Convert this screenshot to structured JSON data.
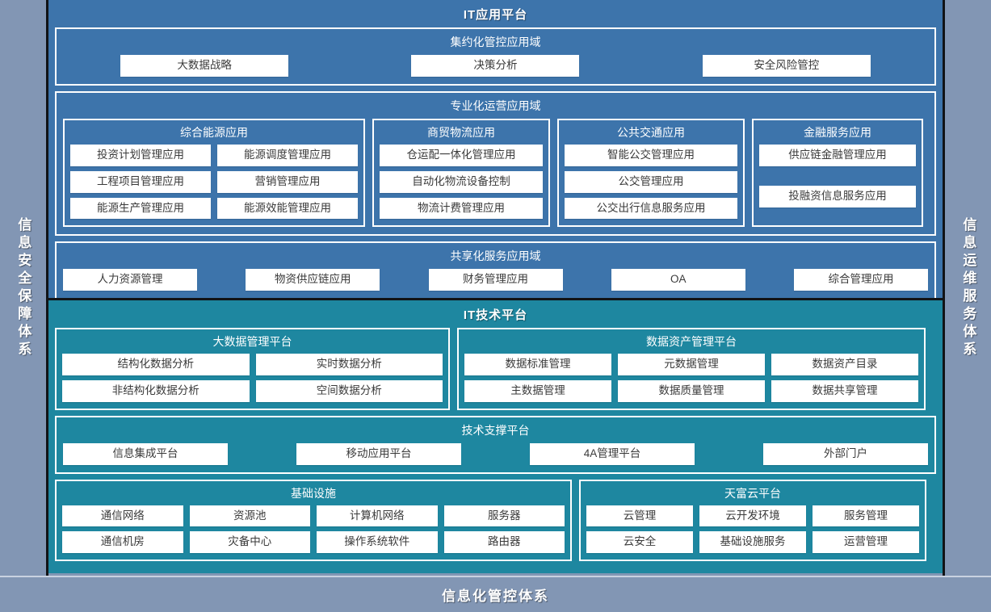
{
  "rails": {
    "left": "信息安全保障体系",
    "right": "信息运维服务体系"
  },
  "bottom_bar": {
    "label": "信息化管控体系"
  },
  "app_platform": {
    "title": "IT应用平台",
    "bands": [
      {
        "title": "集约化管控应用域",
        "chips": [
          "大数据战略",
          "决策分析",
          "安全风险管控"
        ]
      },
      {
        "title": "专业化运营应用域",
        "groups": [
          {
            "title": "综合能源应用",
            "chips": [
              "投资计划管理应用",
              "能源调度管理应用",
              "工程项目管理应用",
              "营销管理应用",
              "能源生产管理应用",
              "能源效能管理应用"
            ]
          },
          {
            "title": "商贸物流应用",
            "chips": [
              "仓运配一体化管理应用",
              "自动化物流设备控制",
              "物流计费管理应用"
            ]
          },
          {
            "title": "公共交通应用",
            "chips": [
              "智能公交管理应用",
              "公交管理应用",
              "公交出行信息服务应用"
            ]
          },
          {
            "title": "金融服务应用",
            "chips": [
              "供应链金融管理应用",
              "",
              "投融资信息服务应用"
            ]
          }
        ]
      },
      {
        "title": "共享化服务应用域",
        "chips": [
          "人力资源管理",
          "物资供应链应用",
          "财务管理应用",
          "OA",
          "综合管理应用"
        ]
      }
    ]
  },
  "tech_platform": {
    "title": "IT技术平台",
    "groups_row1": [
      {
        "title": "大数据管理平台",
        "chips": [
          "结构化数据分析",
          "实时数据分析",
          "非结构化数据分析",
          "空间数据分析"
        ]
      },
      {
        "title": "数据资产管理平台",
        "chips": [
          "数据标准管理",
          "元数据管理",
          "数据资产目录",
          "主数据管理",
          "数据质量管理",
          "数据共享管理"
        ]
      }
    ],
    "support_band": {
      "title": "技术支撑平台",
      "chips": [
        "信息集成平台",
        "移动应用平台",
        "4A管理平台",
        "外部门户"
      ]
    },
    "groups_row2": [
      {
        "title": "基础设施",
        "chips": [
          "通信网络",
          "资源池",
          "计算机网络",
          "服务器",
          "通信机房",
          "灾备中心",
          "操作系统软件",
          "路由器"
        ]
      },
      {
        "title": "天富云平台",
        "chips": [
          "云管理",
          "云开发环境",
          "服务管理",
          "云安全",
          "基础设施服务",
          "运营管理"
        ]
      }
    ]
  },
  "colors": {
    "app_platform_blue": "#3d74ab",
    "tech_platform_teal": "#1e87a0",
    "rail_grey_blue": "#8296b4",
    "chip_white": "#ffffff",
    "border_black": "#111316"
  }
}
